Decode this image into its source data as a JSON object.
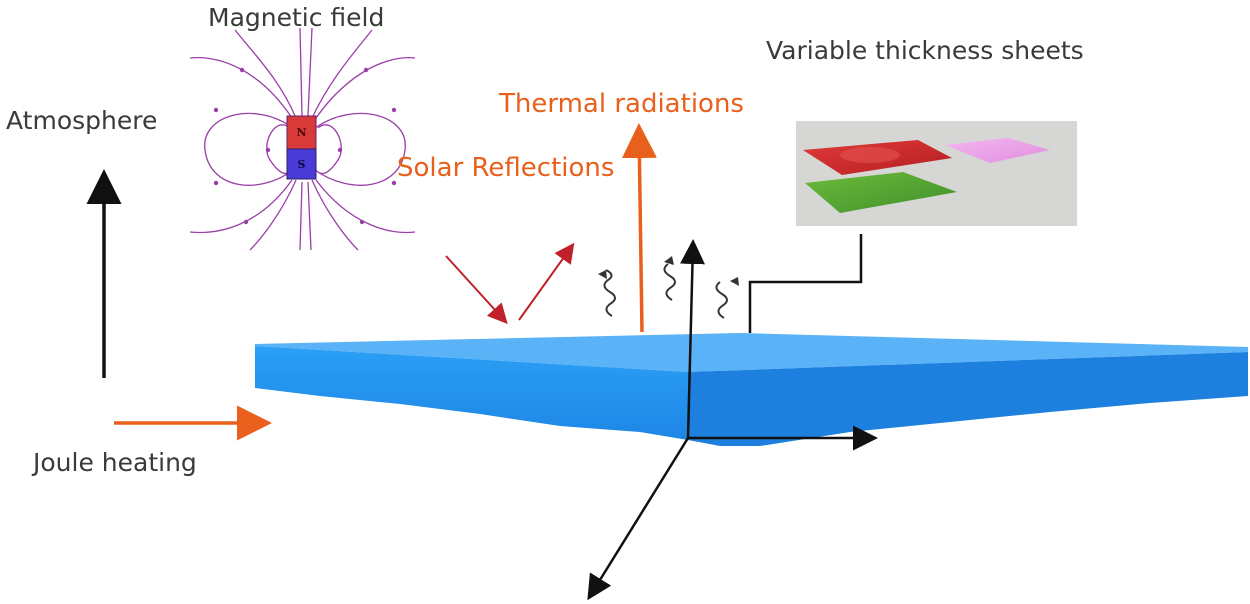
{
  "labels": {
    "magnetic_field": "Magnetic field",
    "atmosphere": "Atmosphere",
    "thermal_radiations": "Thermal radiations",
    "solar_reflections": "Solar Reflections",
    "variable_thickness_sheets": "Variable thickness sheets",
    "joule_heating": "Joule heating",
    "magnet_north": "N",
    "magnet_south": "S"
  },
  "colors": {
    "text_dark": "#3a3a3a",
    "accent_orange": "#e8601c",
    "solar_red": "#c0202a",
    "field_purple": "#9a3fa8",
    "sheet_blue": "#2196f3",
    "sheet_top": "#5ab2f7",
    "magnet_north": "#d83a3a",
    "magnet_south": "#4a3ad8",
    "inset_bg": "#d6d6d4"
  }
}
